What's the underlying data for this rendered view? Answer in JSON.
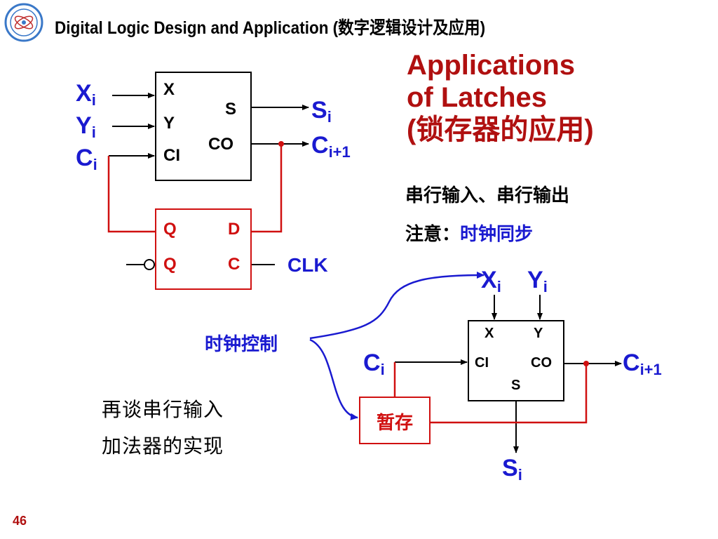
{
  "header": {
    "title": "Digital Logic Design and Application (数字逻辑设计及应用)",
    "logo_name": "university-seal"
  },
  "sidebar_title": {
    "line1": "Applications",
    "line2": "of Latches",
    "line3": "(锁存器的应用)"
  },
  "notes": {
    "serial": "串行输入、串行输出",
    "attention_prefix": "注意：",
    "attention_highlight": "时钟同步"
  },
  "top_circuit": {
    "in_x": "X",
    "in_y": "Y",
    "in_c": "C",
    "sub_i": "i",
    "adder_x": "X",
    "adder_y": "Y",
    "adder_ci": "CI",
    "adder_s": "S",
    "adder_co": "CO",
    "out_s": "S",
    "out_c": "C",
    "sub_i1": "i+1",
    "latch_q": "Q",
    "latch_d": "D",
    "latch_qn": "Q",
    "latch_c": "C",
    "clk": "CLK"
  },
  "bottom_circuit": {
    "in_x": "X",
    "in_y": "Y",
    "in_c": "C",
    "sub_i": "i",
    "adder_x": "X",
    "adder_y": "Y",
    "adder_ci": "CI",
    "adder_co": "CO",
    "adder_s": "S",
    "out_c": "C",
    "sub_i1": "i+1",
    "out_s": "S",
    "clock_control": "时钟控制",
    "temp_store": "暂存"
  },
  "bottom_text": {
    "line1": "再谈串行输入",
    "line2": "加法器的实现"
  },
  "page_number": "46",
  "colors": {
    "title_red": "#b01010",
    "signal_blue": "#1a1ad0",
    "wire_red": "#d01010"
  }
}
